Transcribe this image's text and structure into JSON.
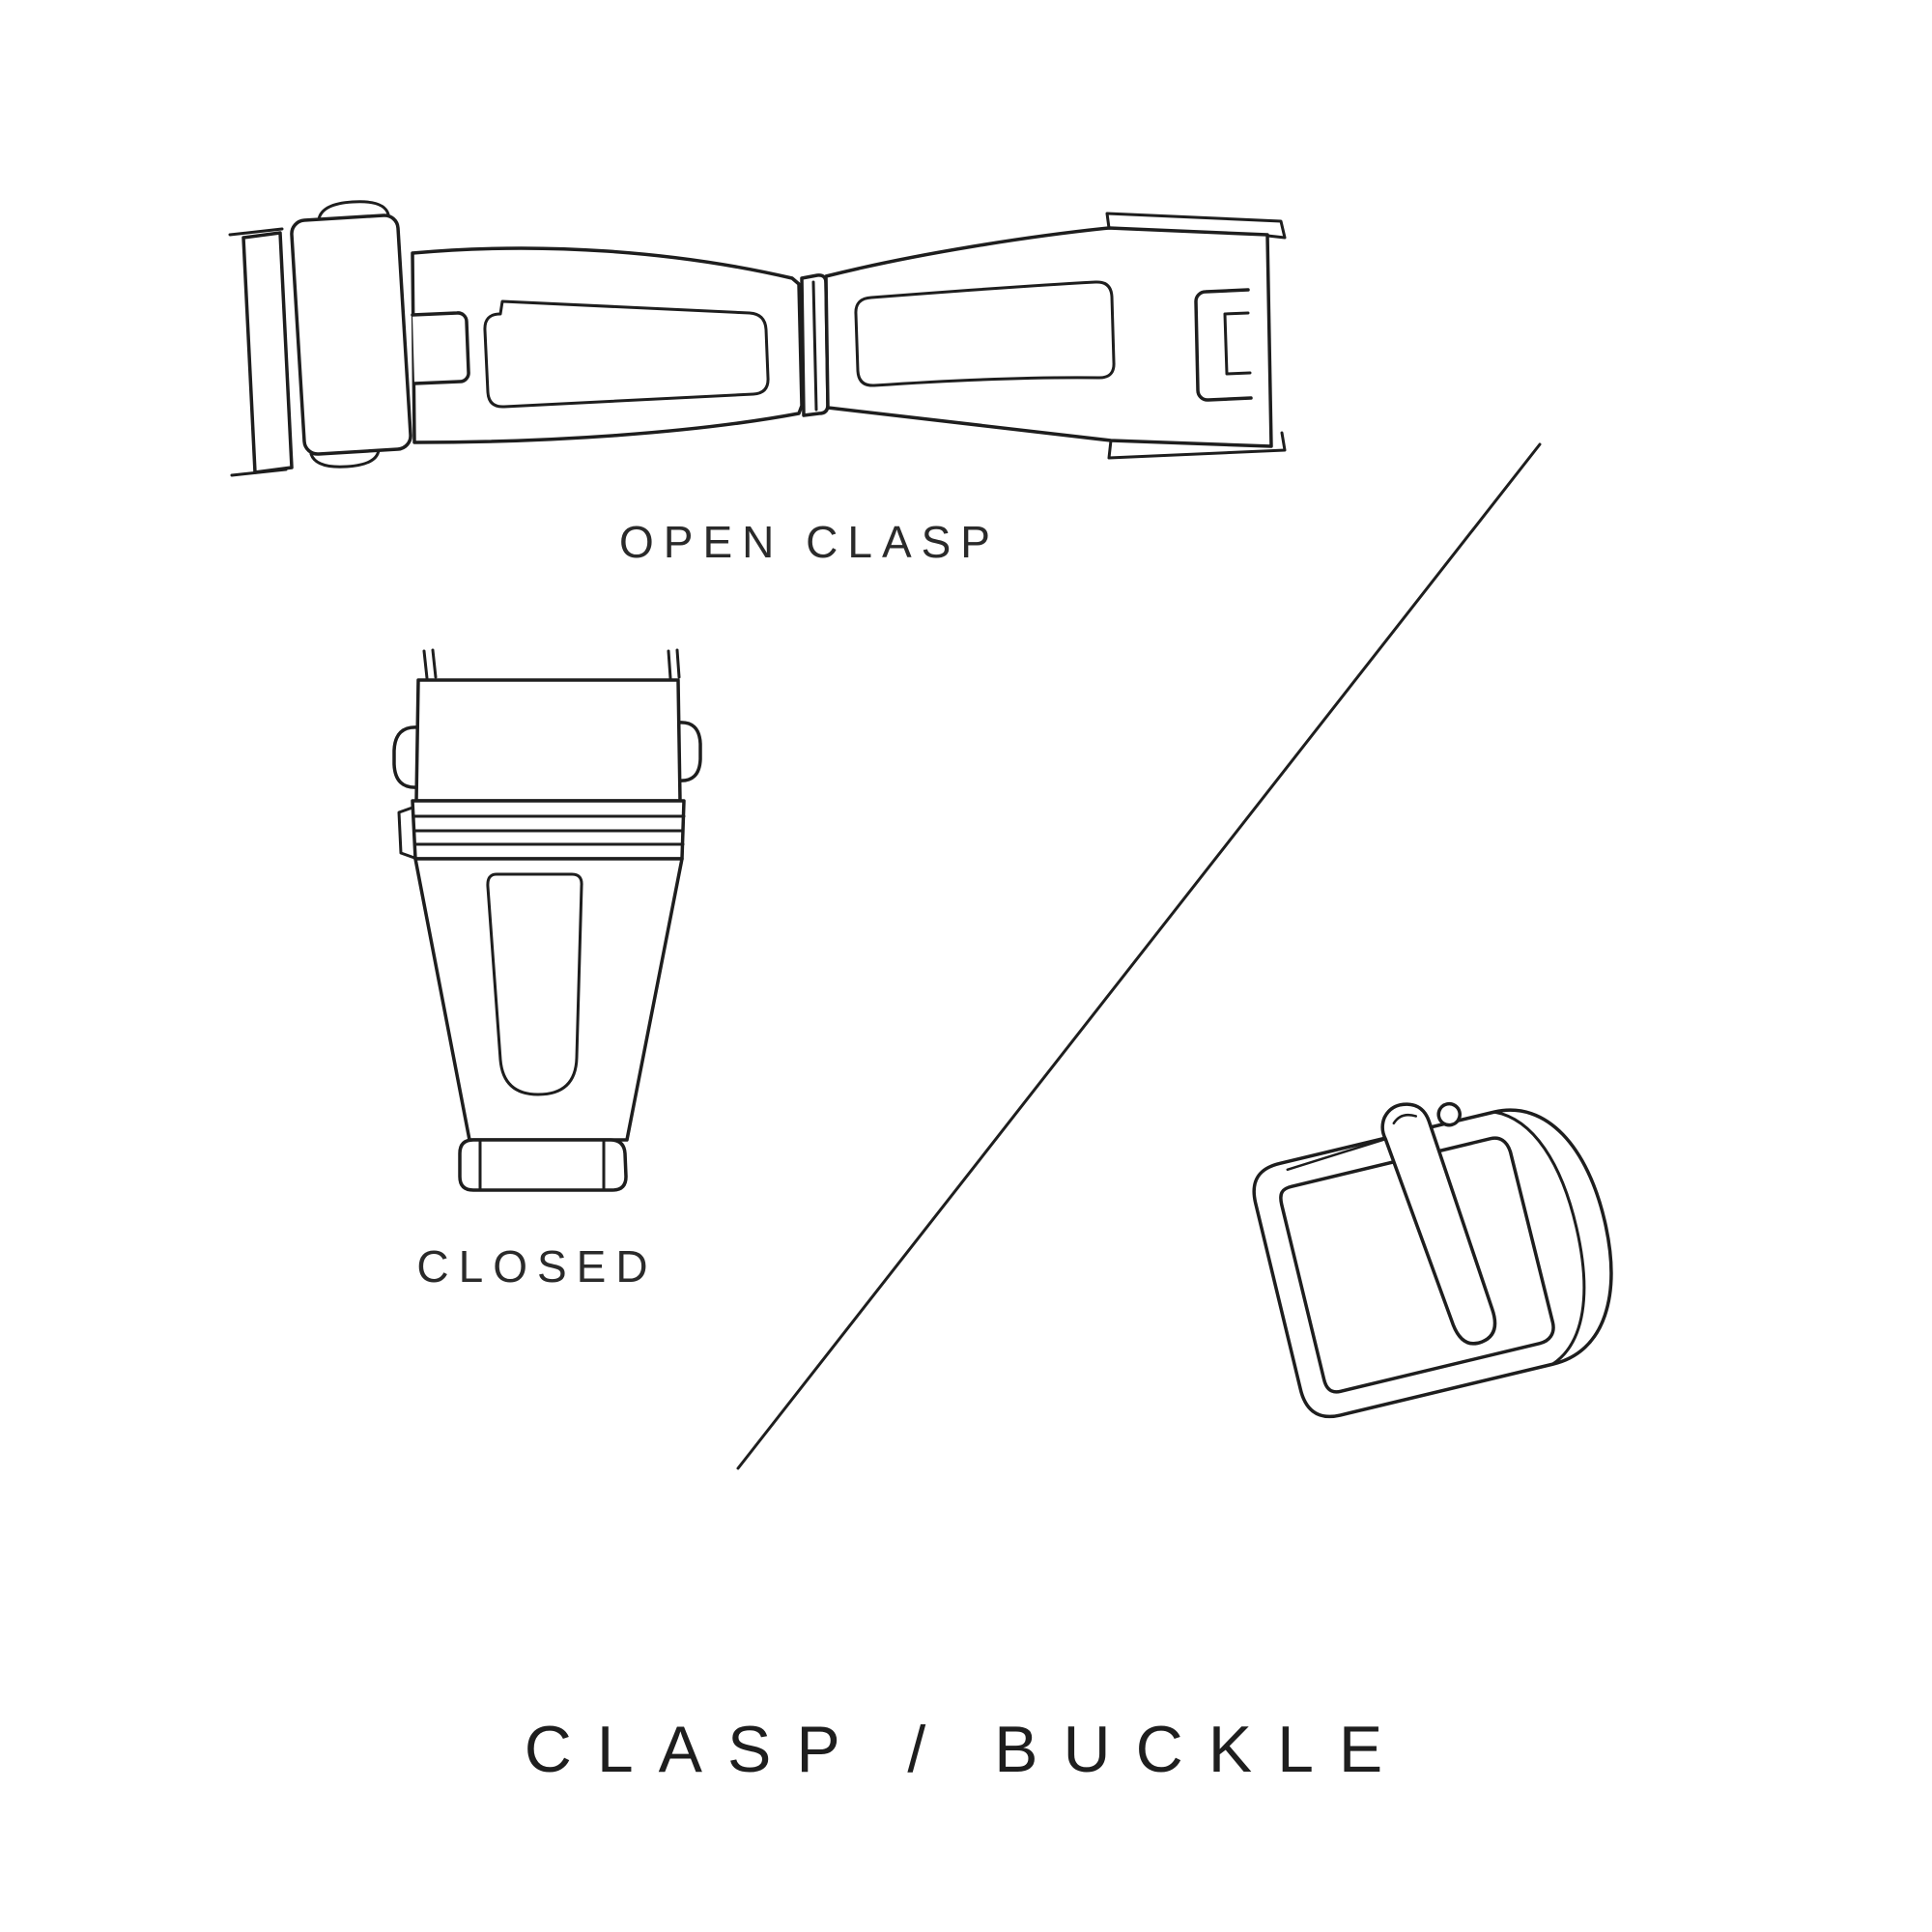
{
  "colors": {
    "ink": "#1e1e1e",
    "background": "#ffffff"
  },
  "labels": {
    "open_clasp": "OPEN CLASP",
    "closed": "CLOSED",
    "title": "CLASP / BUCKLE"
  }
}
